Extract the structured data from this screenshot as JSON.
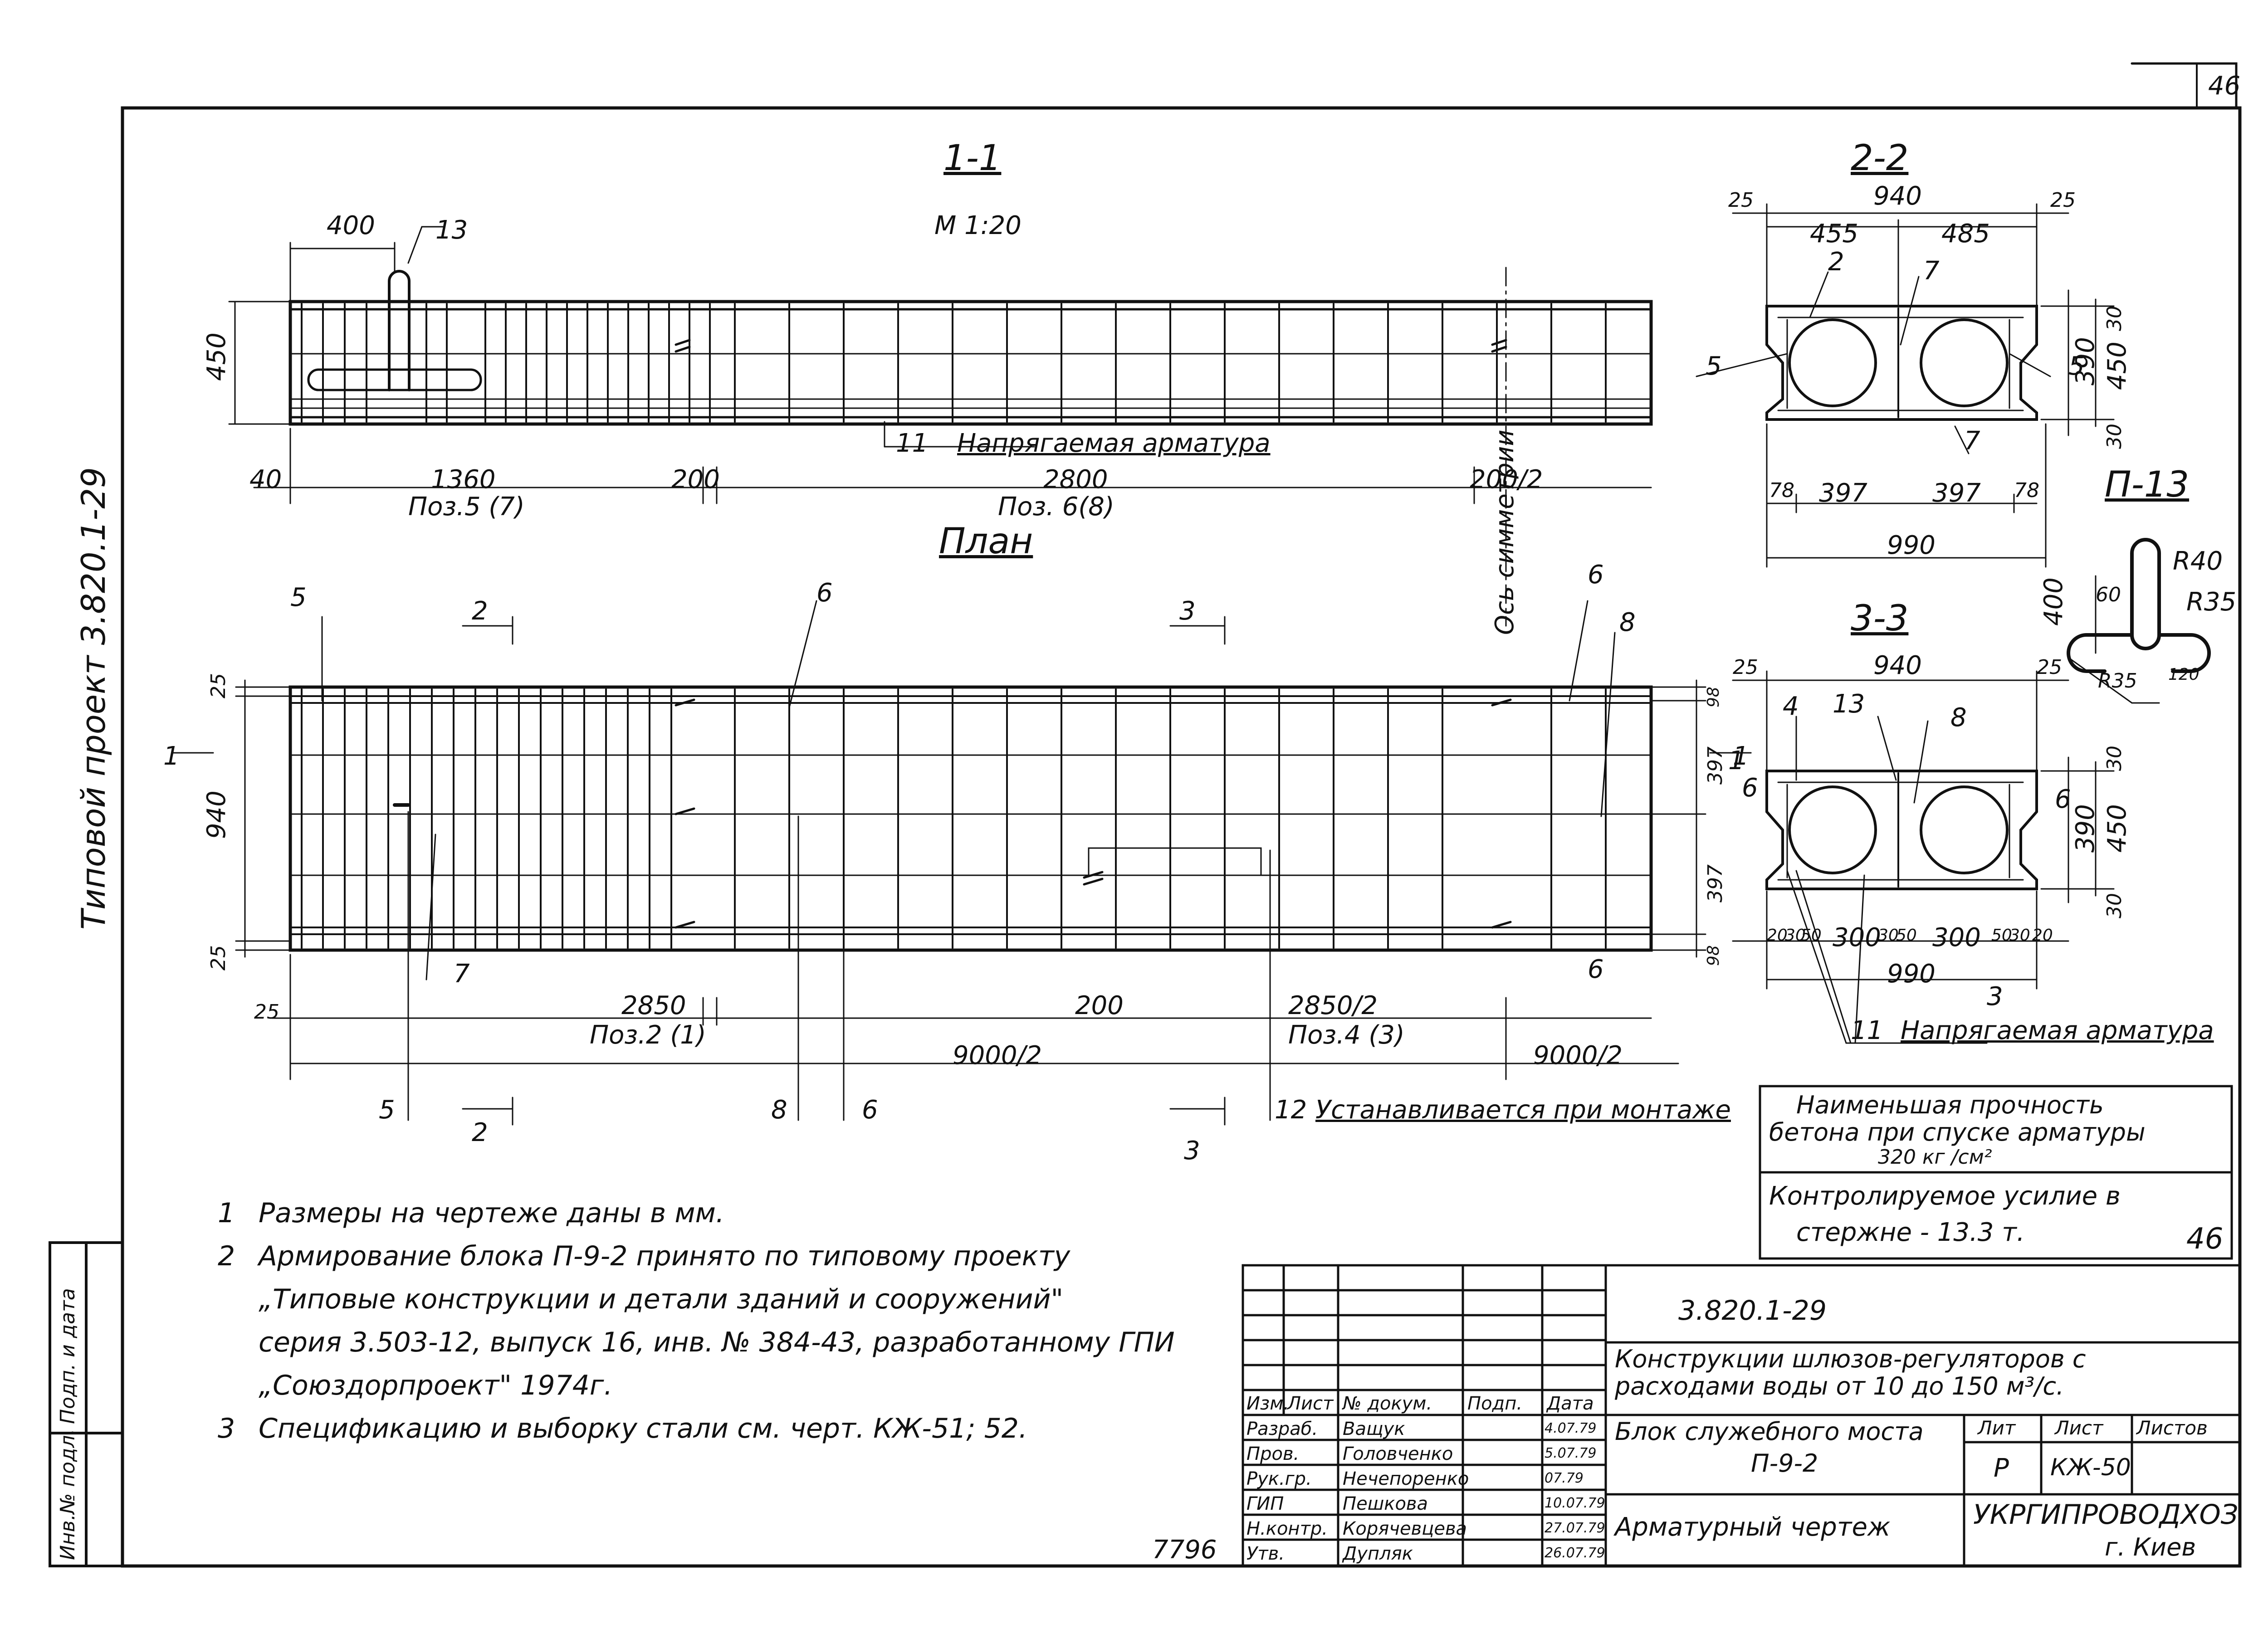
{
  "sheet": {
    "page_number": "46",
    "side_number": "46",
    "project_vertical": "Типовой проект 3.820.1-29",
    "bottom_number": "7796"
  },
  "sections": {
    "s11": {
      "title": "1-1",
      "scale": "М 1:20"
    },
    "plan": {
      "title": "План"
    },
    "s22": {
      "title": "2-2"
    },
    "s33": {
      "title": "3-3"
    },
    "p13": {
      "title": "П-13"
    }
  },
  "s11_dims": {
    "top_400": "400",
    "mark_13": "13",
    "h_450": "450",
    "left_40": "40",
    "d_1360": "1360",
    "d_200": "200",
    "d_2800": "2800",
    "d_200_2": "200/2",
    "poz_5_7": "Поз.5 (7)",
    "poz_6_8": "Поз. 6(8)",
    "mark_11": "11",
    "prestressed": "Напрягаемая арматура",
    "axis": "Ось симметрии"
  },
  "plan_dims": {
    "mark_5a": "5",
    "mark_6a": "6",
    "mark_6b": "6",
    "mark_8a": "8",
    "cut_2a": "2",
    "cut_3a": "3",
    "cut_2b": "2",
    "cut_3b": "3",
    "cut_1a": "1",
    "cut_1b": "1",
    "mark_7": "7",
    "mark_6c": "6",
    "mark_5b": "5",
    "mark_8b": "8",
    "mark_6d": "6",
    "mark_12": "12",
    "installed": "Устанавливается при монтаже",
    "left_25a": "25",
    "left_940": "940",
    "left_25b": "25",
    "left_25c": "25",
    "right_98a": "98",
    "right_397a": "397",
    "right_397b": "397",
    "right_98b": "98",
    "d_2850": "2850",
    "d_200": "200",
    "d_2850_2": "2850/2",
    "poz_2_1": "Поз.2 (1)",
    "poz_4_3": "Поз.4 (3)",
    "d_9000_2a": "9000/2",
    "d_9000_2b": "9000/2"
  },
  "s22_dims": {
    "d_25a": "25",
    "d_940": "940",
    "d_25b": "25",
    "d_455": "455",
    "d_485": "485",
    "mark_2": "2",
    "mark_7a": "7",
    "mark_5a": "5",
    "mark_5b": "5",
    "mark_7b": "7",
    "d_30a": "30",
    "d_390": "390",
    "d_450": "450",
    "d_30b": "30",
    "d_78a": "78",
    "d_397a": "397",
    "d_397b": "397",
    "d_78b": "78",
    "d_990": "990"
  },
  "p13_dims": {
    "r40": "R40",
    "r35a": "R35",
    "r35b": "R35",
    "d60": "60",
    "d400": "400",
    "d120": "120"
  },
  "s33_dims": {
    "d_25a": "25",
    "d_940": "940",
    "d_25b": "25",
    "mark_4": "4",
    "mark_13": "13",
    "mark_8": "8",
    "mark_6a": "6",
    "mark_6b": "6",
    "cut_1": "1",
    "d_30a": "30",
    "d_390": "390",
    "d_450": "450",
    "d_30b": "30",
    "b_20a": "20",
    "b_30a": "30",
    "b_50a": "50",
    "b_300a": "300",
    "b_30b": "30",
    "b_50b": "50",
    "b_300b": "300",
    "b_50c": "50",
    "b_30c": "30",
    "b_20b": "20",
    "d_990": "990",
    "cut_3": "3",
    "mark_11": "11",
    "prestressed": "Напрягаемая арматура"
  },
  "info_box": {
    "line1": "Наименьшая прочность",
    "line2": "бетона при спуске арматуры",
    "line3": "320 кг /см²",
    "line4": "Контролируемое усилие в",
    "line5": "стержне - 13.3 т."
  },
  "notes": [
    {
      "num": "1",
      "text": "Размеры на чертеже даны в мм."
    },
    {
      "num": "2",
      "text": "Армирование блока П-9-2 принято по типовому проекту"
    },
    {
      "num": "",
      "text": "„Типовые конструкции и детали зданий и сооружений\""
    },
    {
      "num": "",
      "text": "серия 3.503-12, выпуск 16, инв. № 384-43, разработанному ГПИ"
    },
    {
      "num": "",
      "text": "„Союздорпроект\" 1974г."
    },
    {
      "num": "3",
      "text": "Спецификацию и выборку стали см. черт. КЖ-51; 52."
    }
  ],
  "side_stamp": {
    "col1": "Инв.№ подл.",
    "col2": "Подп. и дата"
  },
  "title_block": {
    "code": "3.820.1-29",
    "project_name_1": "Конструкции шлюзов-регуляторов с",
    "project_name_2": "расходами воды от 10 до 150 м³/с.",
    "part_title_1": "Блок служебного моста",
    "part_title_2": "П-9-2",
    "drawing_title": "Арматурный чертеж",
    "org_1": "УКРГИПРОВОДХОЗ",
    "org_2": "г. Киев",
    "h_izm": "Изм.",
    "h_list": "Лист",
    "h_doc": "№ докум.",
    "h_sign": "Подп.",
    "h_date": "Дата",
    "h_lit": "Лит",
    "h_sheet": "Лист",
    "h_sheets": "Листов",
    "lit": "Р",
    "sheet_no": "КЖ-50",
    "rows": [
      {
        "role": "Разраб.",
        "name": "Ващук",
        "date": "4.07.79"
      },
      {
        "role": "Пров.",
        "name": "Головченко",
        "date": "5.07.79"
      },
      {
        "role": "Рук.гр.",
        "name": "Нечепоренко",
        "date": "07.79"
      },
      {
        "role": "ГИП",
        "name": "Пешкова",
        "date": "10.07.79"
      },
      {
        "role": "Н.контр.",
        "name": "Корячевцева",
        "date": "27.07.79"
      },
      {
        "role": "Утв.",
        "name": "Дупляк",
        "date": "26.07.79"
      }
    ]
  }
}
